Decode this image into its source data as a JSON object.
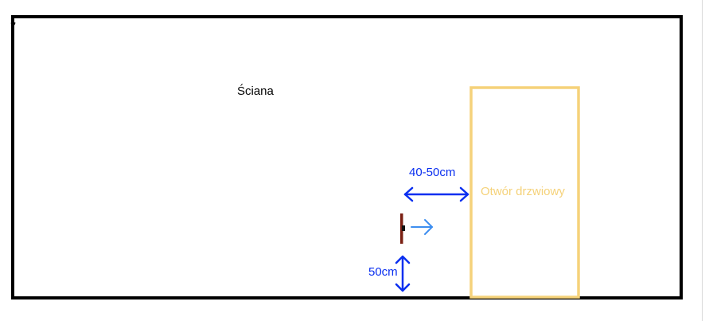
{
  "labels": {
    "wall": "Ściana",
    "door_opening": "Otwór drzwiowy",
    "distance_to_door": "40-50cm",
    "height_from_floor": "50cm"
  },
  "colors": {
    "wall_outline": "#000000",
    "door_outline": "#f5d27a",
    "door_text": "#f5d27a",
    "dimension": "#0a2ff0",
    "direction_arrow": "#3d8ef0",
    "device": "#7a1f12"
  },
  "icons": {
    "switch": "wall-switch-icon",
    "direction": "right-arrow-icon"
  }
}
